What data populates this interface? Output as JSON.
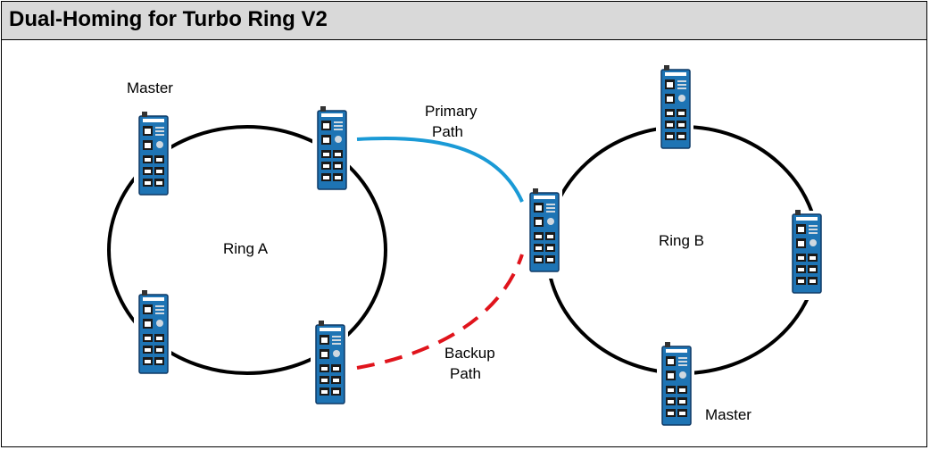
{
  "header": {
    "title": "Dual-Homing for Turbo Ring V2"
  },
  "labels": {
    "master_a": "Master",
    "master_b": "Master",
    "ring_a": "Ring A",
    "ring_b": "Ring B",
    "primary_path_line1": "Primary",
    "primary_path_line2": "Path",
    "backup_path_line1": "Backup",
    "backup_path_line2": "Path"
  },
  "colors": {
    "ring": "#000000",
    "primary_path": "#1a9ad6",
    "backup_path": "#e0141c",
    "switch_body": "#1e74b4",
    "switch_dark": "#0f3a66"
  }
}
